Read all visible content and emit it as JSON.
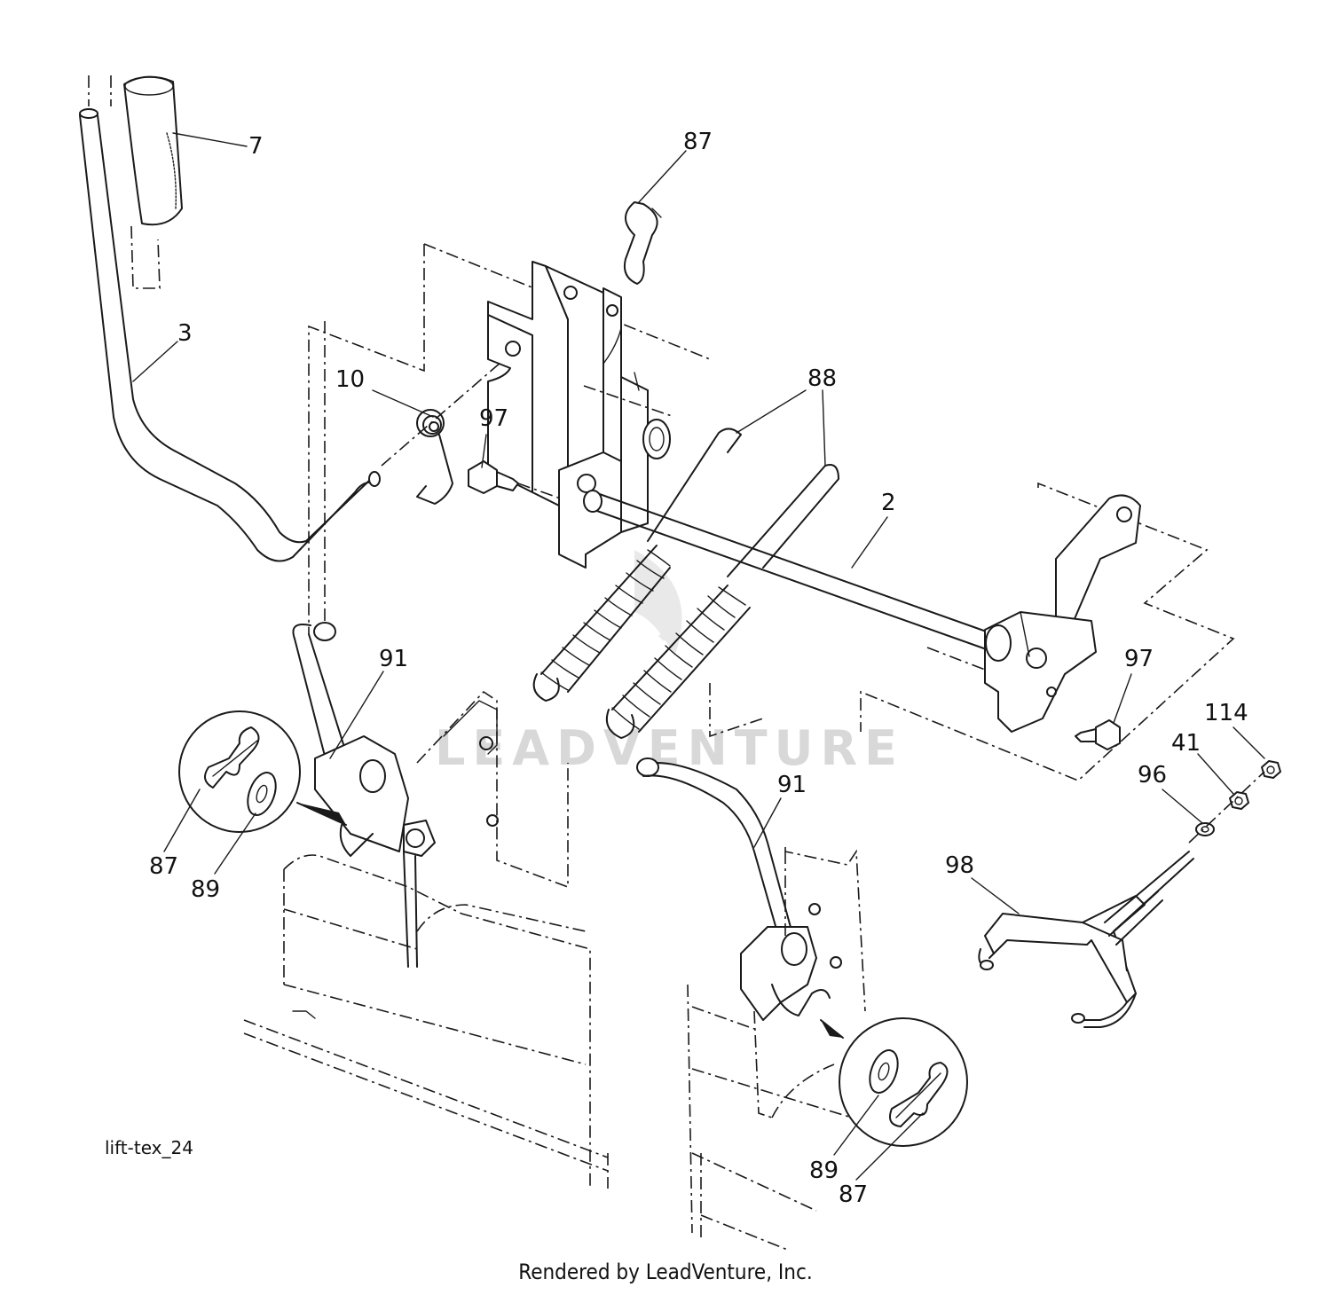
{
  "diagram": {
    "id_label": "lift-tex_24",
    "footer": "Rendered by LeadVenture, Inc.",
    "watermark": "LEADVENTURE",
    "callouts": [
      "7",
      "3",
      "87",
      "10",
      "97",
      "88",
      "2",
      "91",
      "87",
      "89",
      "97",
      "114",
      "41",
      "96",
      "98",
      "91",
      "89",
      "87"
    ]
  }
}
